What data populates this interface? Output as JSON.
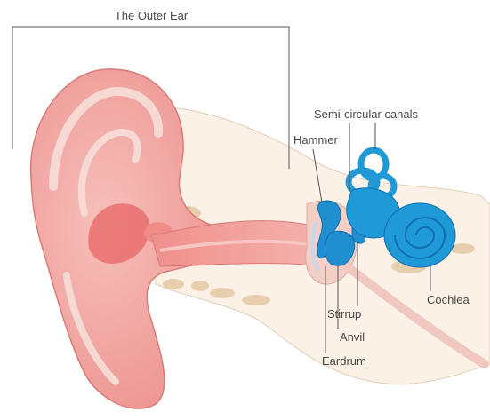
{
  "figure": {
    "bracket_label": "The Outer Ear",
    "labels": {
      "semicircular_canals": "Semi-circular canals",
      "hammer": "Hammer",
      "cochlea": "Cochlea",
      "stirrup": "Stirrup",
      "anvil": "Anvil",
      "eardrum": "Eardrum"
    }
  },
  "colors": {
    "outer_ear_flesh": "#f3a7a2",
    "outer_ear_deep": "#ea6f6f",
    "cartilage": "#f6e6d3",
    "bone_speckle": "#e6c8a4",
    "inner_ear_blue": "#1f9ad6",
    "inner_ear_dark": "#0f6fb0",
    "line": "#555555"
  }
}
